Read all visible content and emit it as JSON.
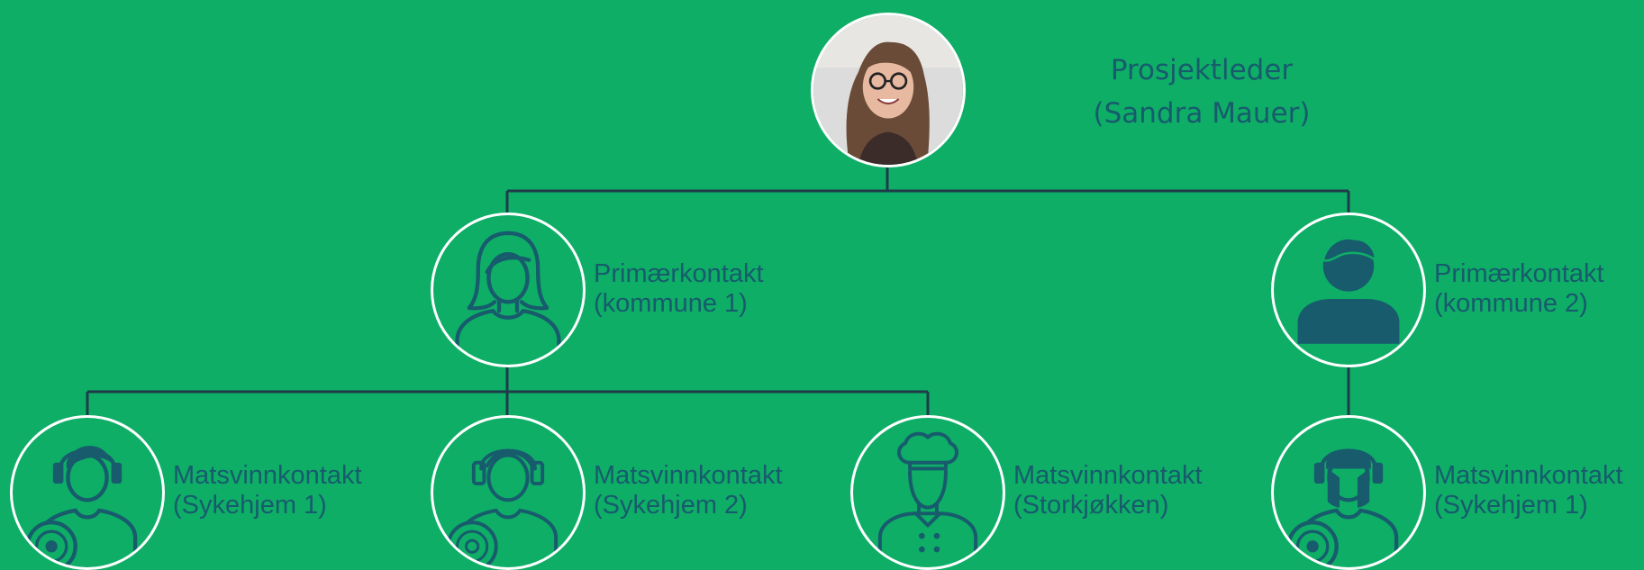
{
  "root": {
    "role": "Prosjektleder",
    "name": "(Sandra Mauer)",
    "photo": "portrait-photo"
  },
  "primary_left": {
    "role": "Primærkontakt",
    "detail": "(kommune 1)",
    "icon": "woman-icon"
  },
  "primary_right": {
    "role": "Primærkontakt",
    "detail": "(kommune 2)",
    "icon": "man-icon"
  },
  "contacts": [
    {
      "role": "Matsvinnkontakt",
      "detail": "(Sykehjem 1)",
      "icon": "woman-headset-disc-icon"
    },
    {
      "role": "Matsvinnkontakt",
      "detail": "(Sykehjem 2)",
      "icon": "woman-headset-disc-icon"
    },
    {
      "role": "Matsvinnkontakt",
      "detail": "(Storkjøkken)",
      "icon": "chef-icon"
    },
    {
      "role": "Matsvinnkontakt",
      "detail": "(Sykehjem 1)",
      "icon": "woman-headset-disc-icon"
    }
  ],
  "colors": {
    "background": "#0eae67",
    "connector": "#1f3b4a",
    "circle_border": "#ffffff",
    "icon": "#175b6d",
    "text": "#175b6d"
  }
}
